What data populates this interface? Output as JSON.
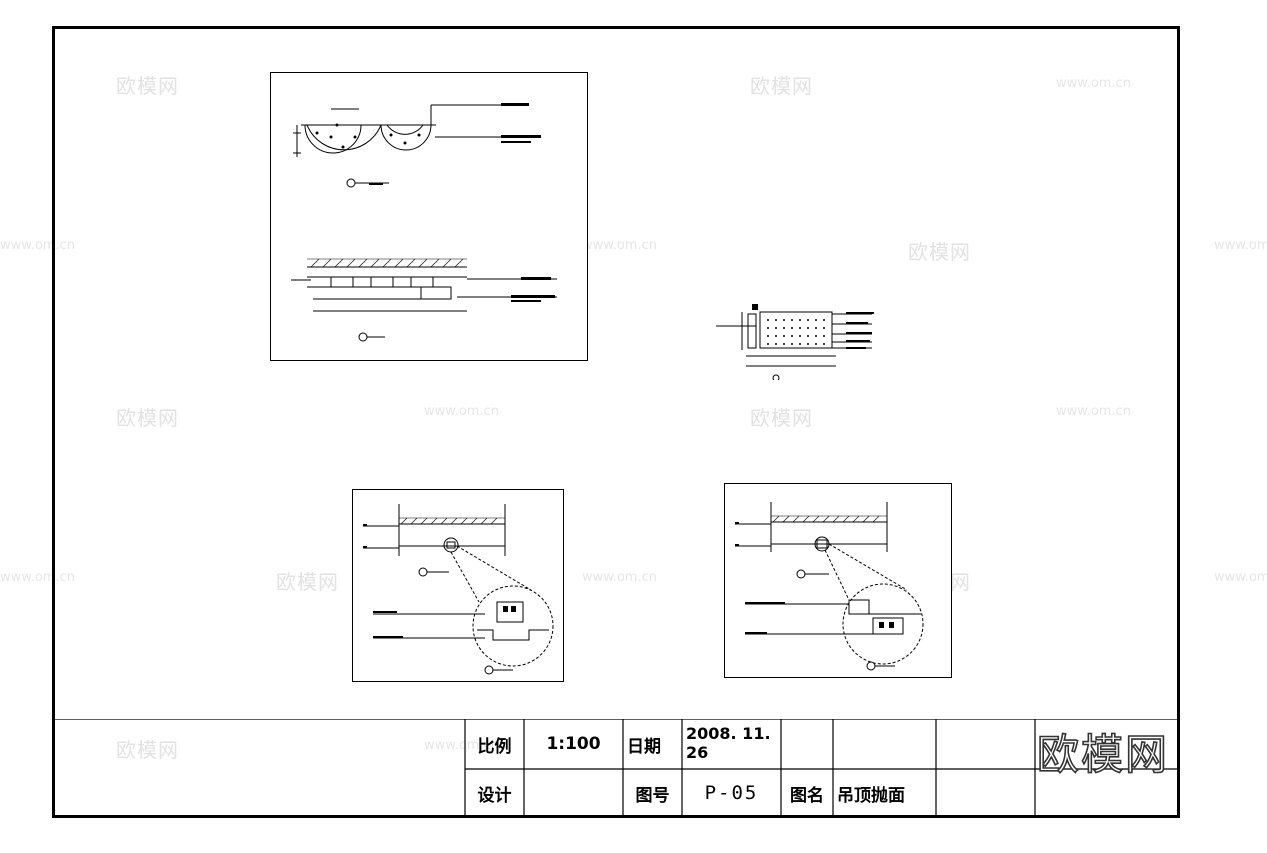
{
  "watermarks": {
    "logo": "欧模网",
    "url": "www.om.cn"
  },
  "title_block": {
    "scale_label": "比例",
    "scale_value": "1:100",
    "date_label": "日期",
    "date_value": "2008. 11. 26",
    "designer_label": "设计",
    "designer_value": "",
    "drawing_no_label": "图号",
    "drawing_no_value": "P-05",
    "drawing_name_label": "图名",
    "drawing_name_value": "吊顶抛面"
  },
  "brand_logo": "欧模网",
  "colors": {
    "line": "#000000",
    "watermark": "#e2e2e2"
  }
}
